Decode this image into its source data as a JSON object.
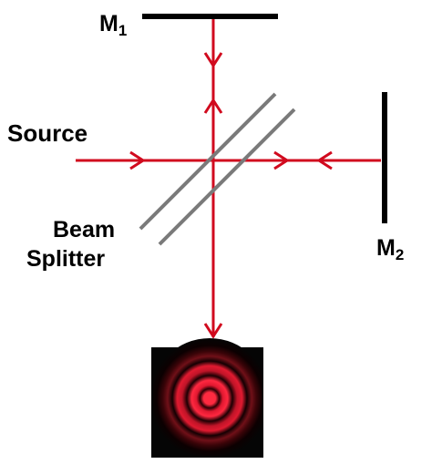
{
  "labels": {
    "mirror1": {
      "main": "M",
      "sub": "1"
    },
    "mirror2": {
      "main": "M",
      "sub": "2"
    },
    "source": "Source",
    "beam_splitter_line1": "Beam",
    "beam_splitter_line2": "Splitter"
  },
  "colors": {
    "beam": "#d10a1e",
    "mirror": "#000000",
    "splitter": "#7a7a7a",
    "background": "#ffffff",
    "fringe_background": "#050505",
    "fringe_ring": "#e01830"
  },
  "icons": {
    "fringe": "interference-fringe-pattern"
  }
}
